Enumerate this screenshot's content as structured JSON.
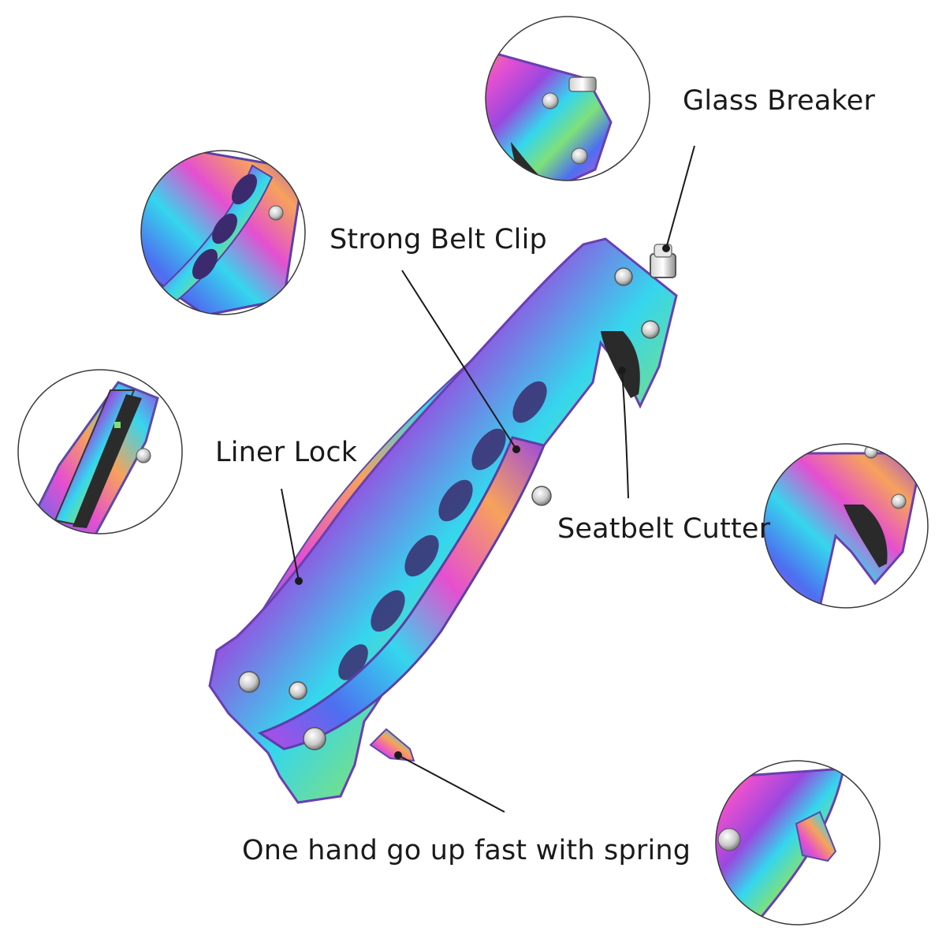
{
  "callouts": {
    "glass_breaker": "Glass Breaker",
    "belt_clip": "Strong Belt Clip",
    "liner_lock": "Liner Lock",
    "seatbelt_cutter": "Seatbelt Cutter",
    "spring": "One hand go up fast with spring"
  },
  "palette": {
    "pink": "#e54fd0",
    "orange": "#f7a25b",
    "cyan": "#35d6ee",
    "blue": "#4d6ff0",
    "green": "#7ee07b",
    "purple": "#9a48e0",
    "line": "#1a1a1a"
  }
}
